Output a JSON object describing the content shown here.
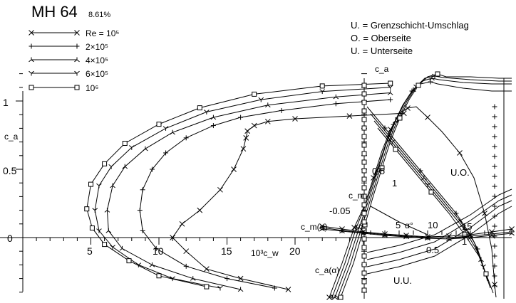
{
  "chart_data": {
    "type": "line",
    "title": "MH 64",
    "subtitle": "8.61%",
    "legend": {
      "placement": "top-left",
      "entries": [
        {
          "label": "Re = 10⁵",
          "marker": "x"
        },
        {
          "label": "2×10⁵",
          "marker": "+"
        },
        {
          "label": "4×10⁵",
          "marker": "tri"
        },
        {
          "label": "6×10⁵",
          "marker": "y"
        },
        {
          "label": "10⁶",
          "marker": "square"
        }
      ]
    },
    "notes": [
      "U. = Grenzschicht-Umschlag",
      "O. = Oberseite",
      "U. = Unterseite"
    ],
    "left_plot": {
      "xlabel": "10³c_w",
      "ylabel": "c_a",
      "xlim": [
        0,
        25
      ],
      "ylim": [
        -0.4,
        1.2
      ],
      "xticks": [
        "5",
        "10",
        "15",
        "20"
      ],
      "yticks": [
        "0",
        "0.5",
        "1"
      ],
      "series": [
        {
          "name": "Re = 10⁵",
          "marker": "x",
          "x": [
            19.5,
            16,
            13.5,
            12,
            11,
            11.7,
            13,
            14.5,
            15.5,
            16.2,
            16.4,
            16.5,
            17,
            18,
            20,
            24,
            28
          ],
          "y": [
            -0.38,
            -0.3,
            -0.23,
            -0.1,
            0.0,
            0.1,
            0.2,
            0.35,
            0.5,
            0.65,
            0.73,
            0.78,
            0.82,
            0.85,
            0.87,
            0.89,
            0.91
          ]
        },
        {
          "name": "2×10⁵",
          "marker": "+",
          "x": [
            18.5,
            15,
            12,
            9.8,
            8.8,
            8.6,
            8.8,
            9.5,
            10.5,
            12,
            14,
            16,
            19,
            23,
            27
          ],
          "y": [
            -0.37,
            -0.3,
            -0.21,
            -0.08,
            0.05,
            0.2,
            0.35,
            0.5,
            0.62,
            0.73,
            0.82,
            0.88,
            0.93,
            0.98,
            1.01
          ]
        },
        {
          "name": "4×10⁵",
          "marker": "tri",
          "x": [
            16,
            12.5,
            9.5,
            7.3,
            6.3,
            6.2,
            6.6,
            7.5,
            9,
            11,
            14,
            18,
            23,
            27
          ],
          "y": [
            -0.38,
            -0.3,
            -0.2,
            -0.08,
            0.05,
            0.2,
            0.38,
            0.52,
            0.65,
            0.77,
            0.88,
            0.97,
            1.03,
            1.06
          ]
        },
        {
          "name": "6×10⁵",
          "marker": "y",
          "x": [
            14.5,
            11,
            8.5,
            6.6,
            5.6,
            5.3,
            5.6,
            6.5,
            8,
            10.5,
            13.5,
            17.5,
            22,
            27
          ],
          "y": [
            -0.37,
            -0.3,
            -0.2,
            -0.07,
            0.05,
            0.2,
            0.38,
            0.52,
            0.66,
            0.8,
            0.92,
            1.01,
            1.07,
            1.1
          ]
        },
        {
          "name": "10⁶",
          "marker": "square",
          "x": [
            13.5,
            10,
            7.8,
            6,
            5.1,
            4.7,
            5,
            6,
            7.5,
            10,
            13,
            17,
            22,
            27
          ],
          "y": [
            -0.36,
            -0.28,
            -0.17,
            -0.05,
            0.07,
            0.21,
            0.39,
            0.54,
            0.69,
            0.83,
            0.95,
            1.05,
            1.11,
            1.13
          ]
        }
      ]
    },
    "right_plot": {
      "xlabel": "α°",
      "ylabel": "c_a",
      "xticks": [
        "5",
        "10",
        "15"
      ],
      "annotations": [
        "0.5",
        "1",
        "U.O.",
        "-0.05",
        "0.5",
        "1",
        "U.U.",
        "c_m",
        "c_m(α)",
        "c_a(α)"
      ]
    }
  }
}
